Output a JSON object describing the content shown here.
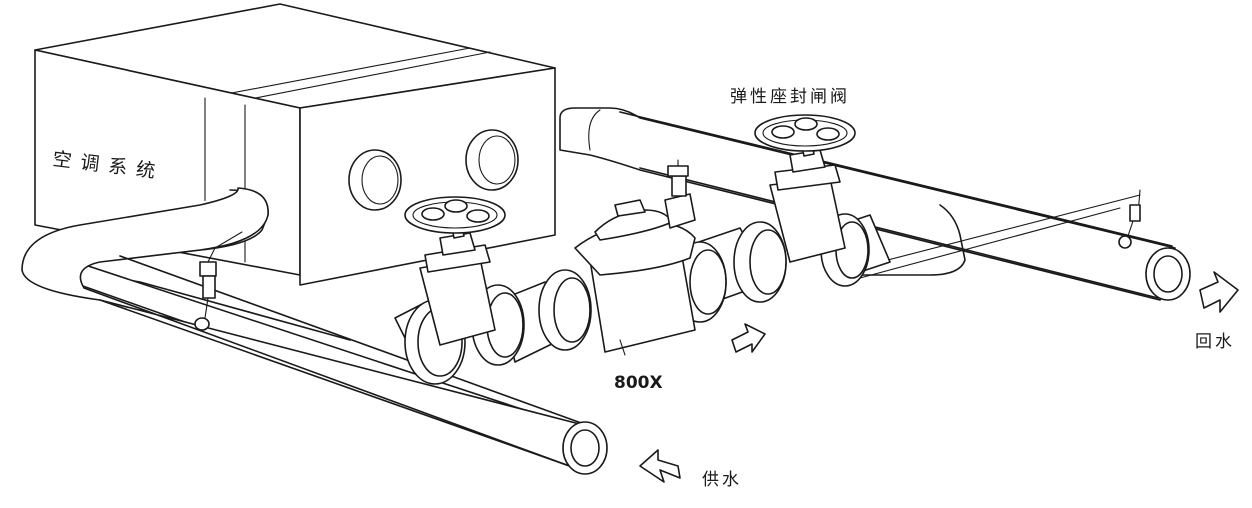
{
  "labels": {
    "ac_system": "空调系统",
    "gate_valve": "弹性座封闸阀",
    "model": "800X",
    "return_water": "回水",
    "supply_water": "供水"
  },
  "colors": {
    "line": "#1a1a1a",
    "background": "#ffffff"
  }
}
